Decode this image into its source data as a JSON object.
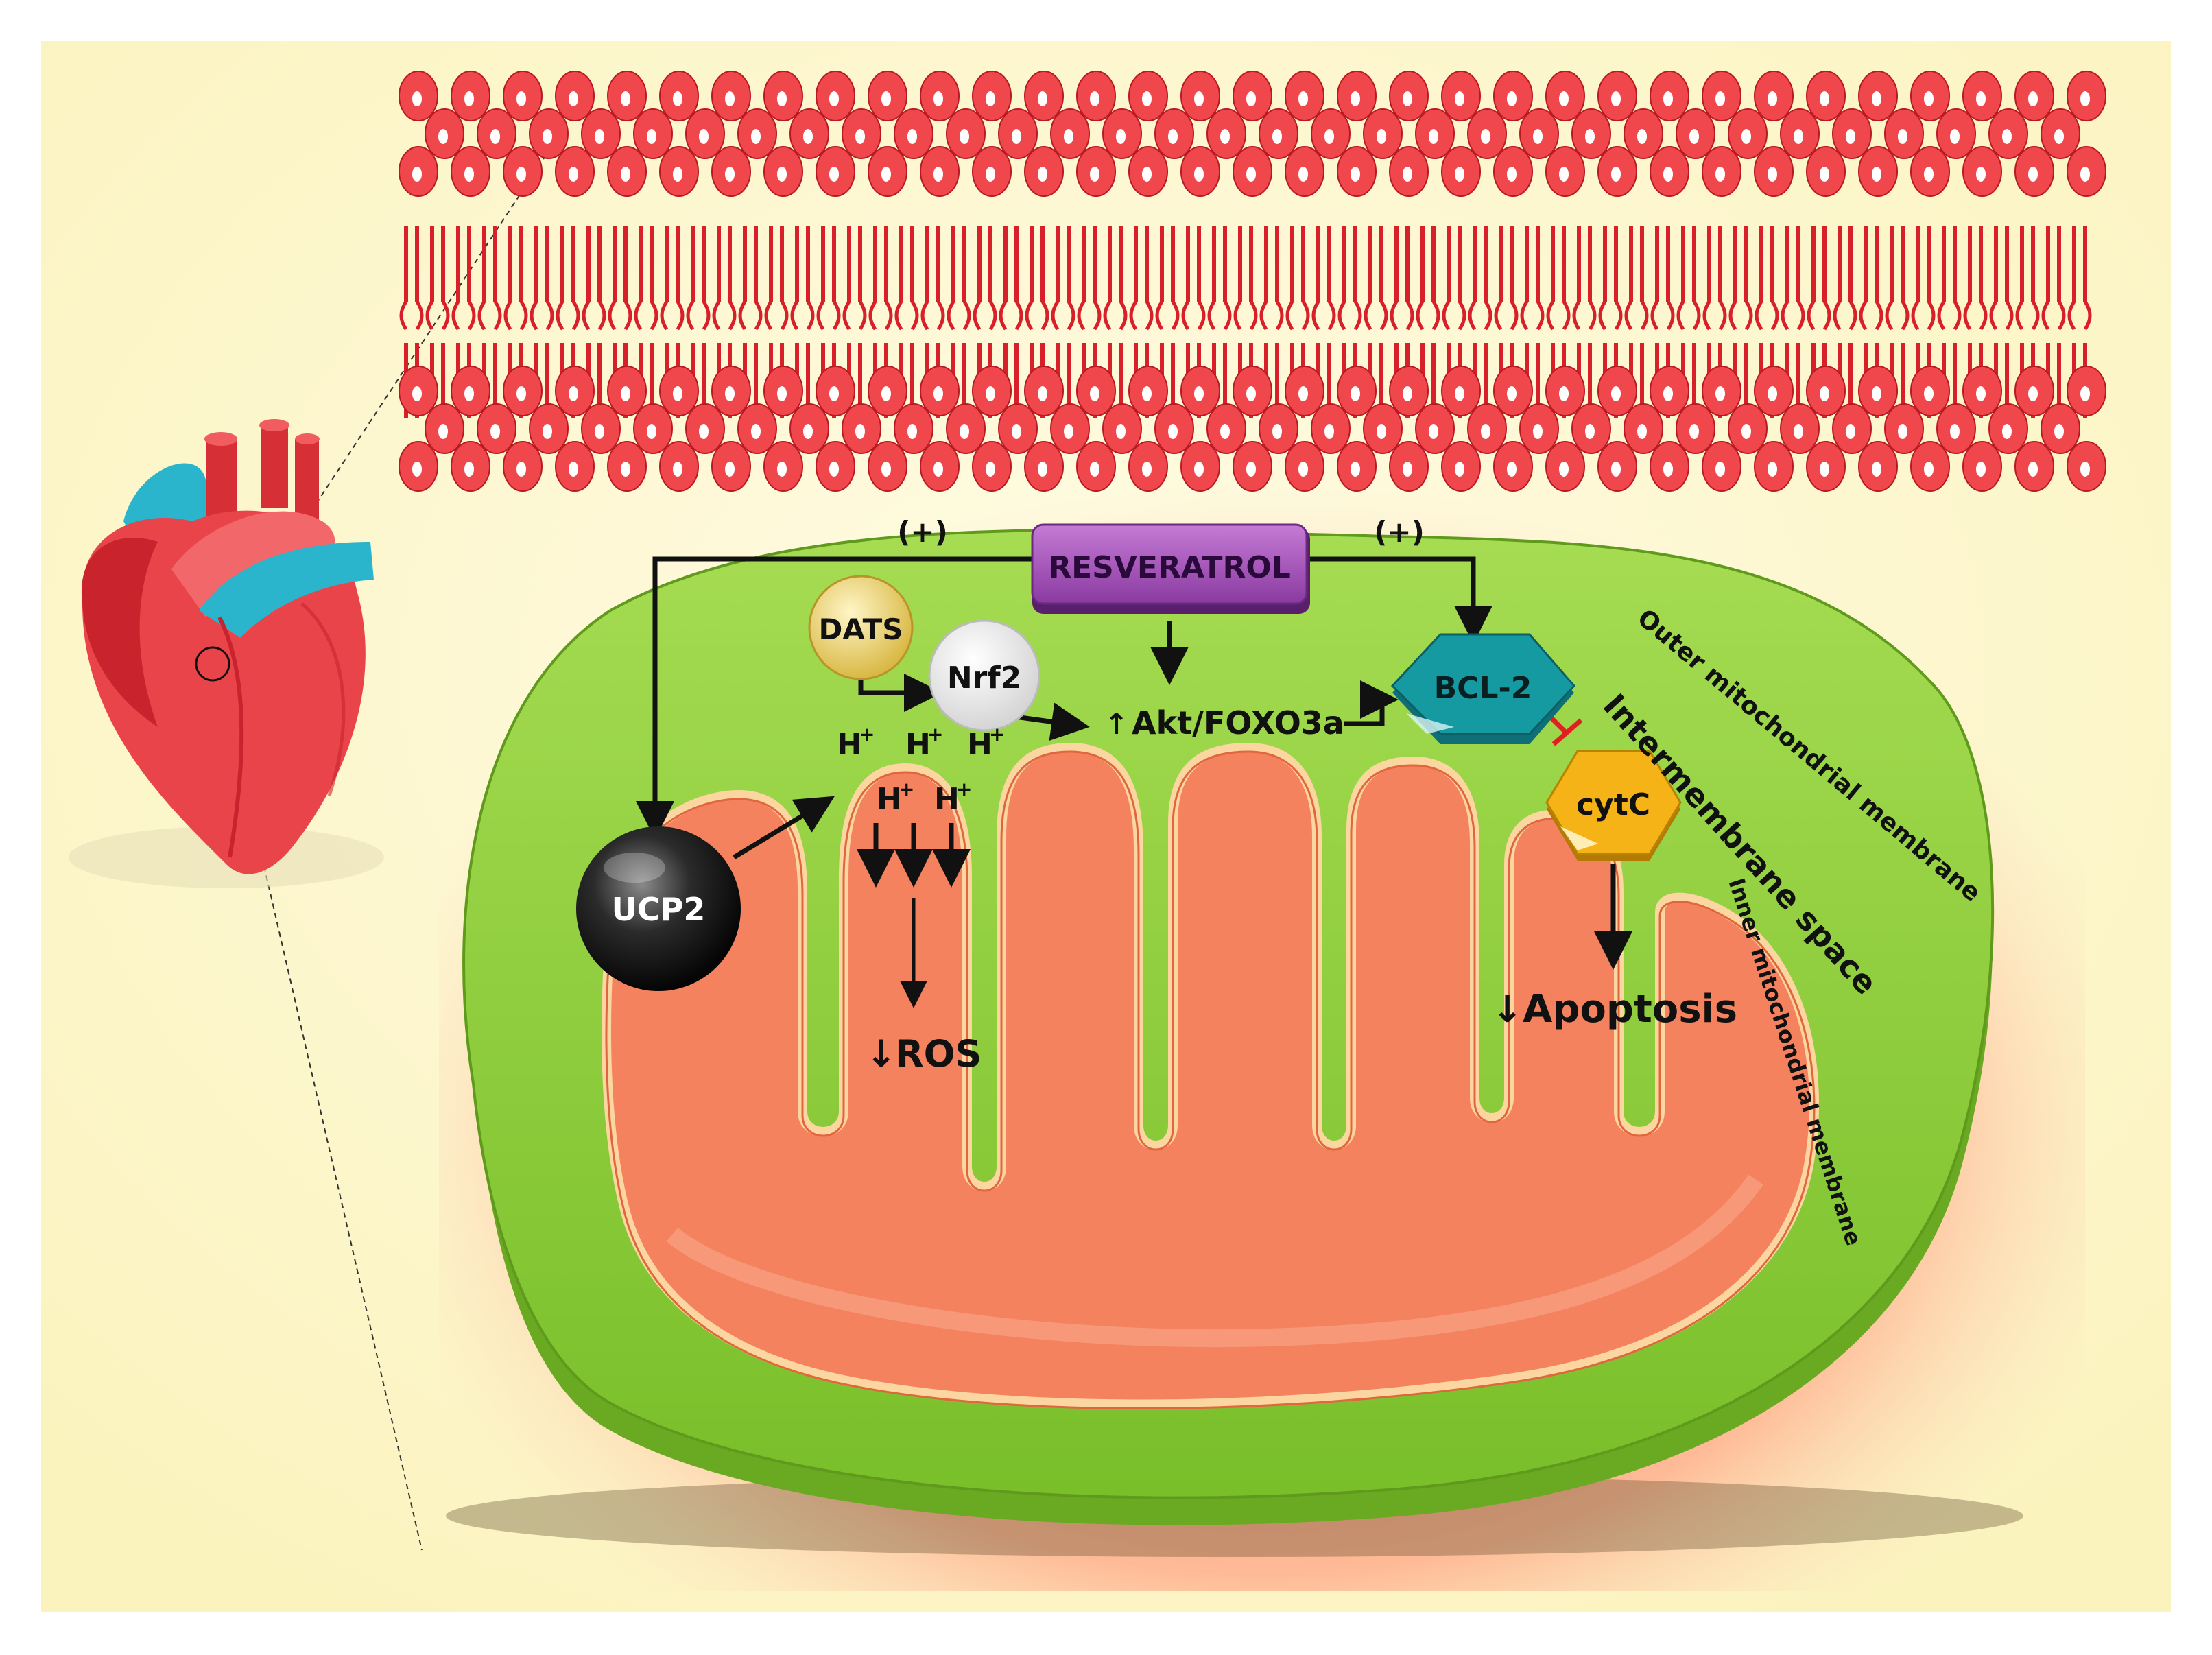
{
  "labels": {
    "resveratrol": "RESVERATROL",
    "dats": "DATS",
    "nrf2": "Nrf2",
    "akt_foxo": "Akt/FOXO3a",
    "bcl2": "BCL-2",
    "cytc": "cytC",
    "ucp2": "UCP2",
    "h_plus": "H",
    "h_sup": "+",
    "ros": "ROS",
    "apoptosis": "Apoptosis",
    "plus_left": "(+)",
    "plus_right": "(+)",
    "up_arrow": "↑",
    "down_arrow": "↓",
    "outer_membrane": "Outer mitochondrial membrane",
    "intermembrane_space": "Intermembrane space",
    "inner_membrane": "Inner mitochondrial membrane"
  },
  "colors": {
    "lipid_head": "#f0474d",
    "lipid_tail": "#d8202a",
    "outer_membrane": "#8fcf3a",
    "matrix": "#f5825e",
    "resveratrol": "#a24fb5",
    "bcl2": "#169aa2",
    "cytc": "#f5b317",
    "ucp2": "#2a2a2a",
    "dats": "#e9cf6a",
    "inhibition": "#e02020",
    "heart": "#e9444a",
    "vessel_blue": "#2bb5cc"
  }
}
